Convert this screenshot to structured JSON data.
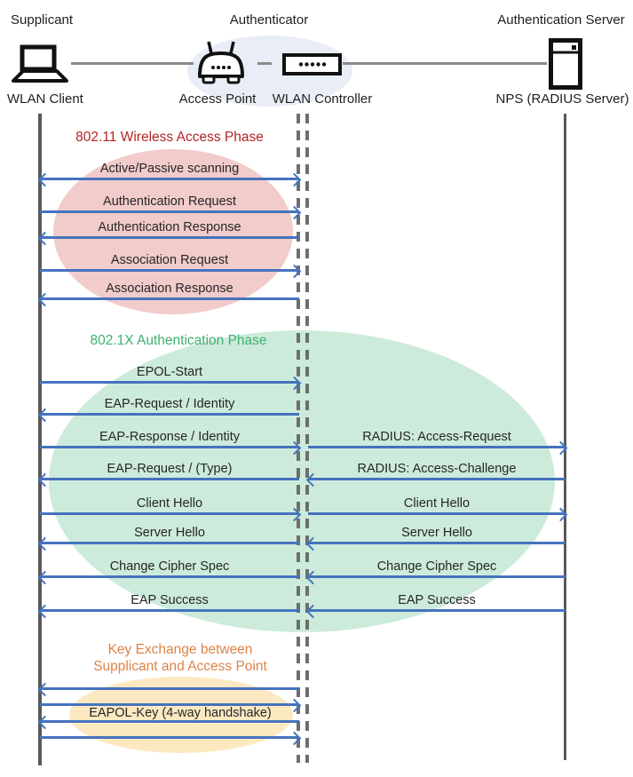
{
  "header": {
    "supplicant_role": "Supplicant",
    "supplicant_device": "WLAN Client",
    "authenticator_role": "Authenticator",
    "access_point": "Access Point",
    "wlan_controller": "WLAN Controller",
    "server_role": "Authentication Server",
    "server_device": "NPS (RADIUS Server)"
  },
  "phase1": {
    "title": "802.11 Wireless Access Phase",
    "title_color": "#B32424",
    "fill_color": "#F2CBCB",
    "messages": [
      {
        "label": "Active/Passive scanning",
        "direction": "both"
      },
      {
        "label": "Authentication Request",
        "direction": "right"
      },
      {
        "label": "Authentication Response",
        "direction": "left"
      },
      {
        "label": "Association Request",
        "direction": "right"
      },
      {
        "label": "Association Response",
        "direction": "left"
      }
    ]
  },
  "phase2": {
    "title": "802.1X Authentication Phase",
    "title_color": "#3FAE72",
    "fill_color": "#CDEBDA",
    "left_messages": [
      {
        "label": "EPOL-Start",
        "direction": "right"
      },
      {
        "label": "EAP-Request / Identity",
        "direction": "left"
      },
      {
        "label": "EAP-Response / Identity",
        "direction": "right"
      },
      {
        "label": "EAP-Request / (Type)",
        "direction": "left"
      },
      {
        "label": "Client Hello",
        "direction": "right"
      },
      {
        "label": "Server Hello",
        "direction": "left"
      },
      {
        "label": "Change Cipher Spec",
        "direction": "left"
      },
      {
        "label": "EAP Success",
        "direction": "left"
      }
    ],
    "right_messages": [
      {
        "label": "RADIUS: Access-Request",
        "direction": "right"
      },
      {
        "label": "RADIUS: Access-Challenge",
        "direction": "left"
      },
      {
        "label": "Client Hello",
        "direction": "right"
      },
      {
        "label": "Server Hello",
        "direction": "left"
      },
      {
        "label": "Change Cipher Spec",
        "direction": "left"
      },
      {
        "label": "EAP Success",
        "direction": "left"
      }
    ]
  },
  "phase3": {
    "title_line1": "Key Exchange between",
    "title_line2": "Supplicant and Access Point",
    "title_color": "#DE8244",
    "fill_color": "#FCE9C2",
    "key_label": "EAPOL-Key (4-way handshake)",
    "arrows": [
      {
        "direction": "left"
      },
      {
        "direction": "right"
      },
      {
        "direction": "left"
      },
      {
        "direction": "right"
      }
    ]
  },
  "colors": {
    "arrow": "#4573BE",
    "lifeline": "#595959",
    "dashed_lifeline": "#6E6E6E",
    "authenticator_ellipse": "#E9EDF6",
    "message_text": "#262626"
  }
}
